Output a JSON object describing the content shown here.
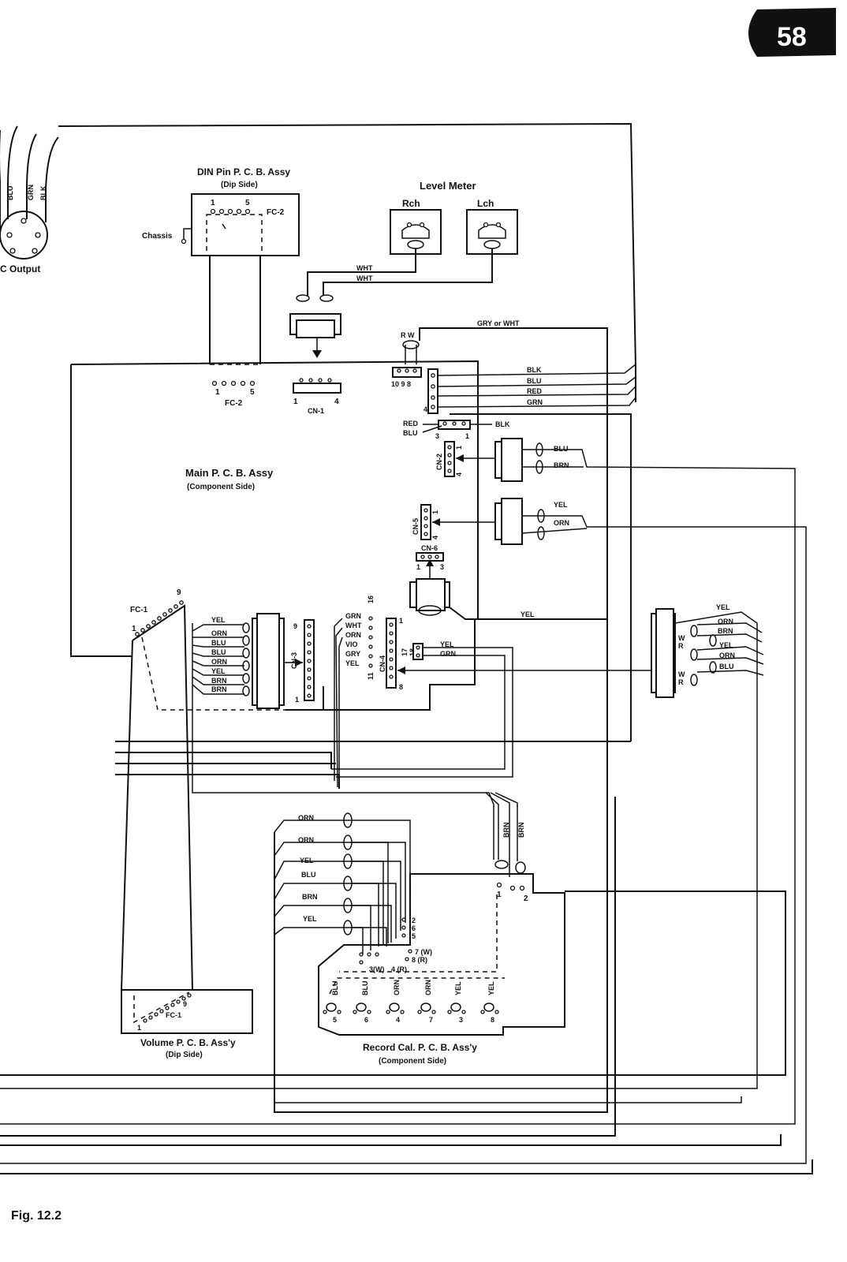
{
  "page_number": "58",
  "figure_label": "Fig. 12.2",
  "output_jack": {
    "label": "C  Output",
    "wires": [
      "BLU",
      "GRN",
      "BLK"
    ]
  },
  "din_pcb": {
    "title": "DIN Pin P. C. B. Assy",
    "subtitle": "(Dip Side)",
    "connector": "FC-2",
    "pins": [
      "1",
      "5"
    ],
    "chassis": "Chassis"
  },
  "level_meter": {
    "title": "Level Meter",
    "rch": "Rch",
    "lch": "Lch",
    "wires": [
      "WHT",
      "WHT"
    ]
  },
  "main_pcb": {
    "title": "Main P. C. B. Assy",
    "subtitle": "(Component Side)"
  },
  "fc2_bottom": {
    "label": "FC-2",
    "pin_start": "1",
    "pin_end": "5"
  },
  "cn1": {
    "label": "CN-1",
    "pin_start": "1",
    "pin_end": "4"
  },
  "rw_connector": {
    "label": "R W",
    "pins": "10 9 8",
    "wire": "GRY or WHT"
  },
  "rw_block": {
    "pin_end": "4",
    "wires": [
      "BLK",
      "BLU",
      "RED",
      "GRN"
    ]
  },
  "cn3_small": {
    "left_labels": [
      "RED",
      "BLU"
    ],
    "pins": [
      "3",
      "1"
    ],
    "right_label": "BLK"
  },
  "cn2": {
    "label": "CN-2",
    "pin_start": "1",
    "pin_end": "4",
    "wires": [
      "BLU",
      "BRN"
    ]
  },
  "cn5": {
    "label": "CN-5",
    "pin_start": "1",
    "pin_end": "4",
    "wires": [
      "YEL",
      "ORN"
    ]
  },
  "cn6": {
    "label": "CN-6",
    "pin_start": "1",
    "pin_end": "3"
  },
  "yel_wire": "YEL",
  "fc1": {
    "label": "FC-1",
    "pin_start": "1",
    "pin_end": "9"
  },
  "cn3": {
    "label": "CN-3",
    "pin_start": "1",
    "pin_end": "9",
    "wires": [
      "YEL",
      "ORN",
      "BLU",
      "BLU",
      "ORN",
      "YEL",
      "BRN",
      "BRN"
    ]
  },
  "cn4": {
    "label": "CN-4",
    "pins": [
      "16",
      "1",
      "11",
      "8",
      "17",
      "18"
    ],
    "wires": [
      "GRN",
      "WHT",
      "ORN",
      "VIO",
      "GRY",
      "YEL"
    ],
    "right_wires": [
      "YEL",
      "GRN"
    ]
  },
  "right_connector": {
    "wires": [
      "YEL",
      "ORN",
      "BRN",
      "YEL",
      "ORN",
      "BLU"
    ],
    "wr_labels": [
      "W",
      "R",
      "W",
      "R"
    ]
  },
  "volume_pcb": {
    "title": "Volume P. C. B. Ass'y",
    "subtitle": "(Dip Side)",
    "connector": "FC-1",
    "pin_start": "1",
    "pin_end": "9"
  },
  "record_cal": {
    "title": "Record Cal. P. C. B. Ass'y",
    "subtitle": "(Component Side)",
    "input_wires": [
      "ORN",
      "ORN",
      "YEL",
      "BLU",
      "BRN",
      "YEL"
    ],
    "pin_labels": [
      "2",
      "6",
      "5",
      "7 (W)",
      "8 (R)",
      "3(W)",
      "4 (R)"
    ],
    "top_pins": [
      "1",
      "2"
    ],
    "brn_wires": [
      "BRN",
      "BRN"
    ],
    "pots": [
      {
        "color": "BLU",
        "num": "5"
      },
      {
        "color": "BLU",
        "num": "6"
      },
      {
        "color": "ORN",
        "num": "4"
      },
      {
        "color": "ORN",
        "num": "7"
      },
      {
        "color": "YEL",
        "num": "3"
      },
      {
        "color": "YEL",
        "num": "8"
      }
    ]
  }
}
